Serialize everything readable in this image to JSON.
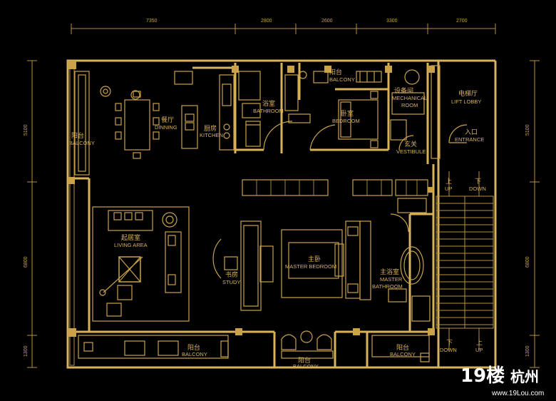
{
  "dimensions": {
    "top": [
      "7350",
      "2800",
      "2600",
      "3300",
      "2700"
    ],
    "left": [
      "5100",
      "6800",
      "1300"
    ],
    "right": [
      "5100",
      "6800",
      "1300"
    ]
  },
  "rooms": {
    "dining": {
      "cn": "餐厅",
      "en": "DINNING"
    },
    "kitchen": {
      "cn": "厨房",
      "en": "KITCHEN"
    },
    "bathroom": {
      "cn": "浴室",
      "en": "BATHROOM"
    },
    "balcony_top": {
      "cn": "阳台",
      "en": "BALCONY"
    },
    "bedroom": {
      "cn": "卧室",
      "en": "BEDROOM"
    },
    "mechanical": {
      "cn": "设备间",
      "en1": "MECHANICAL",
      "en2": "ROOM"
    },
    "lift_lobby": {
      "cn": "电梯厅",
      "en": "LIFT LOBBY"
    },
    "balcony_left": {
      "cn": "阳台",
      "en": "BALCONY"
    },
    "entrance": {
      "cn": "入口",
      "en": "ENTRANCE"
    },
    "vestibule": {
      "cn": "玄关",
      "en": "VESTIBULE"
    },
    "living": {
      "cn": "起居室",
      "en": "LIVING AREA"
    },
    "study": {
      "cn": "书房",
      "en": "STUDY"
    },
    "master_bedroom": {
      "cn": "主卧",
      "en": "MASTER BEDROOM"
    },
    "master_bathroom": {
      "cn": "主浴室",
      "en1": "MASTER",
      "en2": "BATHROOM"
    },
    "balcony_bottom_left": {
      "cn": "阳台",
      "en": "BALCONY"
    },
    "balcony_bottom_mid": {
      "cn": "阳台",
      "en": "BALCONY"
    },
    "balcony_bottom_right": {
      "cn": "阳台",
      "en": "BALCONY"
    }
  },
  "stairs": {
    "up_top": {
      "cn": "上",
      "en": "UP"
    },
    "down_top": {
      "cn": "下",
      "en": "DOWN"
    },
    "down_bottom": {
      "cn": "下",
      "en": "DOWN"
    },
    "up_bottom": {
      "cn": "上",
      "en": "UP"
    }
  },
  "watermark": {
    "logo": "19楼",
    "city": "杭州",
    "url": "www.19Lou.com"
  },
  "colors": {
    "background": "#000000",
    "line": "#c9a24a",
    "text": "#d7b25a",
    "watermark": "#ffffff"
  }
}
